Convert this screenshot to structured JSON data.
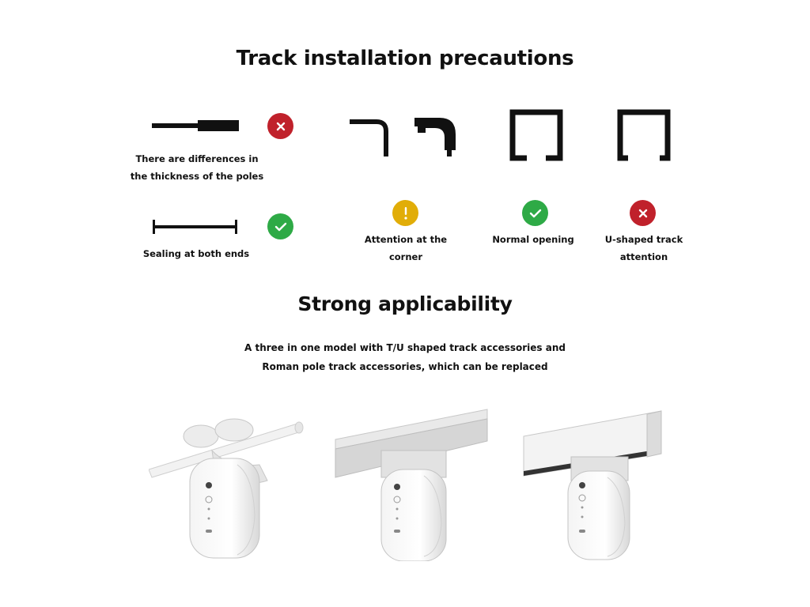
{
  "section1": {
    "title": "Track installation precautions",
    "items": [
      {
        "caption": "There are differences in the thickness of the poles",
        "status": "bad"
      },
      {
        "caption": "Sealing at both ends",
        "status": "good"
      },
      {
        "caption": "Attention at the corner",
        "status": "warning"
      },
      {
        "caption": "Normal opening",
        "status": "good"
      },
      {
        "caption": "U-shaped track attention",
        "status": "bad"
      }
    ]
  },
  "section2": {
    "title": "Strong applicability",
    "subtitle_line1": "A three in one model with T/U shaped track accessories and",
    "subtitle_line2": "Roman pole track accessories, which can be replaced",
    "products": [
      {
        "track": "roman-pole"
      },
      {
        "track": "t-shaped-track"
      },
      {
        "track": "u-shaped-track"
      }
    ]
  },
  "colors": {
    "bad": "#c0212b",
    "good": "#2eaa46",
    "warning": "#e1ad08",
    "line": "#111111"
  },
  "icons": {
    "bad": "x-icon",
    "good": "check-icon",
    "warning": "exclamation-icon"
  }
}
